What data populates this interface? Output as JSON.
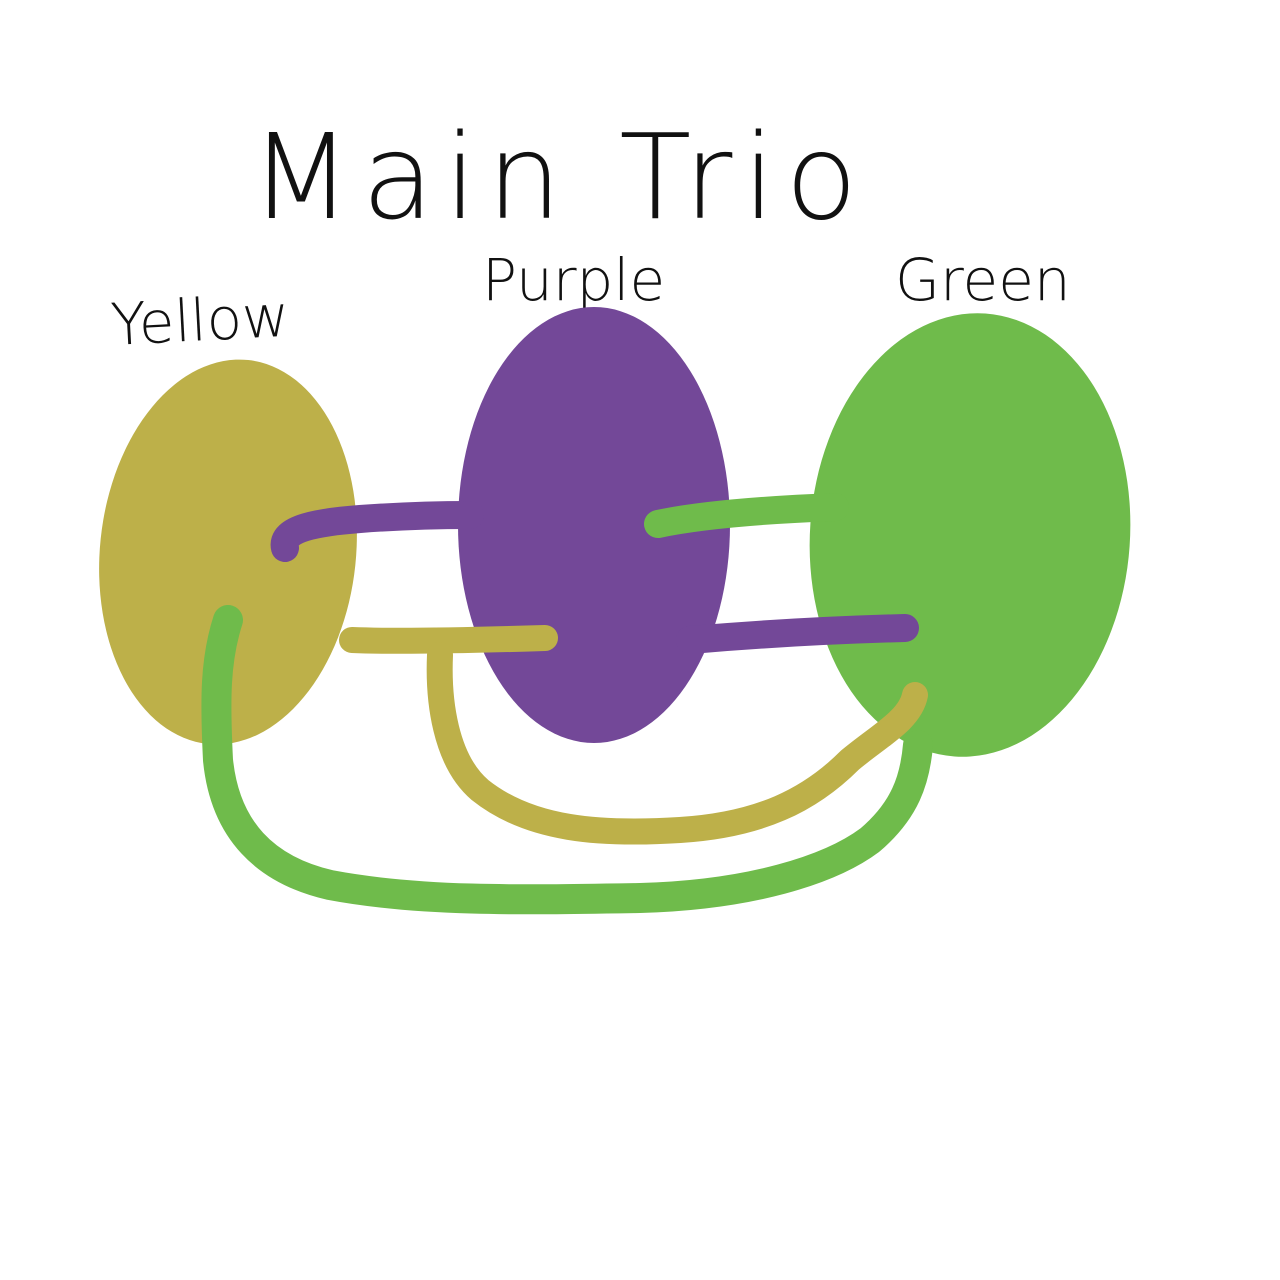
{
  "title": "Main Trio",
  "nodes": [
    {
      "id": "yellow",
      "label": "Yellow",
      "color": "#BDB049"
    },
    {
      "id": "purple",
      "label": "Purple",
      "color": "#734898"
    },
    {
      "id": "green",
      "label": "Green",
      "color": "#6FBB4B"
    }
  ],
  "connections": [
    {
      "from": "purple",
      "to": "yellow",
      "color": "#734898"
    },
    {
      "from": "purple",
      "to": "green",
      "color": "#734898"
    },
    {
      "from": "green",
      "to": "purple",
      "color": "#6FBB4B"
    },
    {
      "from": "yellow",
      "to": "purple",
      "color": "#BDB049"
    },
    {
      "from": "yellow",
      "to": "green",
      "color": "#BDB049"
    },
    {
      "from": "green",
      "to": "yellow",
      "color": "#6FBB4B"
    }
  ],
  "colors": {
    "background": "#FFFFFF",
    "ink": "#111111"
  }
}
